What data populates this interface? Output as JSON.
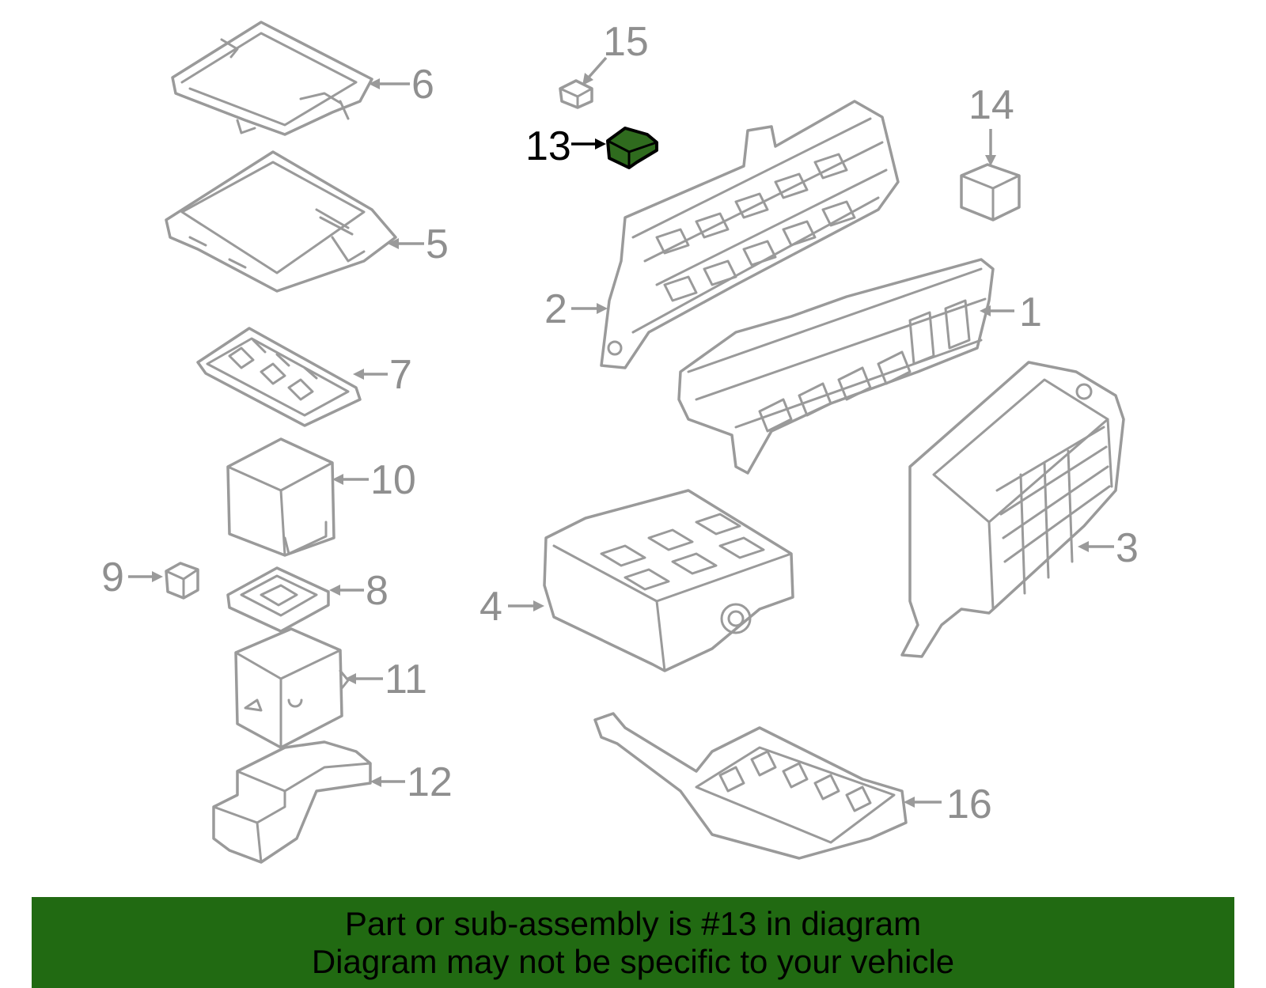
{
  "highlight_color": "#216a12",
  "highlighted_part": "13",
  "parts": [
    {
      "id": "1",
      "label": "1"
    },
    {
      "id": "2",
      "label": "2"
    },
    {
      "id": "3",
      "label": "3"
    },
    {
      "id": "4",
      "label": "4"
    },
    {
      "id": "5",
      "label": "5"
    },
    {
      "id": "6",
      "label": "6"
    },
    {
      "id": "7",
      "label": "7"
    },
    {
      "id": "8",
      "label": "8"
    },
    {
      "id": "9",
      "label": "9"
    },
    {
      "id": "10",
      "label": "10"
    },
    {
      "id": "11",
      "label": "11"
    },
    {
      "id": "12",
      "label": "12"
    },
    {
      "id": "13",
      "label": "13"
    },
    {
      "id": "14",
      "label": "14"
    },
    {
      "id": "15",
      "label": "15"
    },
    {
      "id": "16",
      "label": "16"
    }
  ],
  "banner": {
    "line1": "Part or sub-assembly is #13 in diagram",
    "line2": "Diagram may not be specific to your vehicle"
  }
}
